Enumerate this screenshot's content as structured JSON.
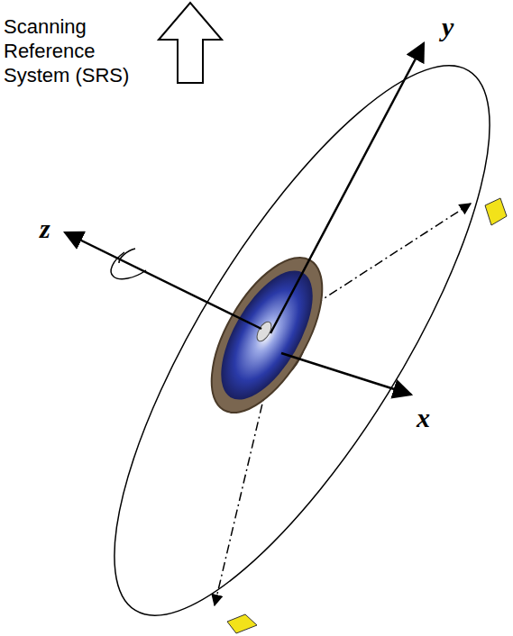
{
  "diagram": {
    "labels": [
      "Scanning Reference System (SRS)",
      "z",
      "y",
      "x"
    ]
  }
}
